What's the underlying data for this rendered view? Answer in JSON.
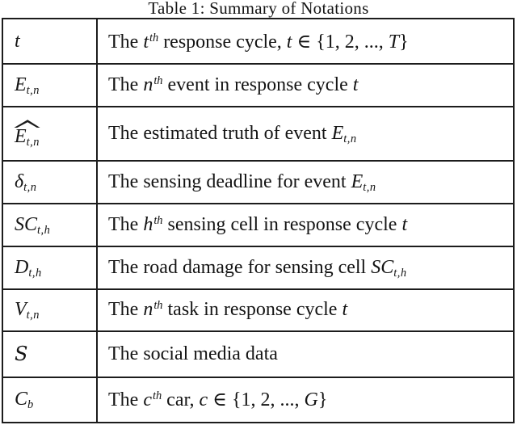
{
  "title": "Table 1: Summary of Notations",
  "colors": {
    "background": "#ffffff",
    "text": "#141414",
    "border": "#1c1c1c"
  },
  "table": {
    "columns": [
      "symbol",
      "description"
    ],
    "rows": [
      {
        "symbol": [
          {
            "k": "var",
            "v": "t"
          }
        ],
        "description": [
          {
            "k": "text",
            "v": "The "
          },
          {
            "k": "var",
            "v": "t"
          },
          {
            "k": "sup",
            "v": "th"
          },
          {
            "k": "text",
            "v": " response cycle, "
          },
          {
            "k": "var",
            "v": "t"
          },
          {
            "k": "text",
            "v": " ∈ {1, 2, ..., "
          },
          {
            "k": "var",
            "v": "T"
          },
          {
            "k": "text",
            "v": "}"
          }
        ]
      },
      {
        "symbol": [
          {
            "k": "var",
            "v": "E"
          },
          {
            "k": "sub",
            "v": "t,n"
          }
        ],
        "description": [
          {
            "k": "text",
            "v": "The "
          },
          {
            "k": "var",
            "v": "n"
          },
          {
            "k": "sup",
            "v": "th"
          },
          {
            "k": "text",
            "v": " event in response cycle "
          },
          {
            "k": "var",
            "v": "t"
          }
        ]
      },
      {
        "symbol": [
          {
            "k": "hat",
            "c": [
              {
                "k": "var",
                "v": "E"
              },
              {
                "k": "sub",
                "v": "t,n"
              }
            ]
          }
        ],
        "description": [
          {
            "k": "text",
            "v": "The estimated truth of event "
          },
          {
            "k": "var",
            "v": "E"
          },
          {
            "k": "sub",
            "v": "t,n"
          }
        ]
      },
      {
        "symbol": [
          {
            "k": "var",
            "v": "δ"
          },
          {
            "k": "sub",
            "v": "t,n"
          }
        ],
        "description": [
          {
            "k": "text",
            "v": "The sensing deadline for event "
          },
          {
            "k": "var",
            "v": "E"
          },
          {
            "k": "sub",
            "v": "t,n"
          }
        ]
      },
      {
        "symbol": [
          {
            "k": "var",
            "v": "SC"
          },
          {
            "k": "sub",
            "v": "t,h"
          }
        ],
        "description": [
          {
            "k": "text",
            "v": "The "
          },
          {
            "k": "var",
            "v": "h"
          },
          {
            "k": "sup",
            "v": "th"
          },
          {
            "k": "text",
            "v": " sensing cell in response cycle "
          },
          {
            "k": "var",
            "v": "t"
          }
        ]
      },
      {
        "symbol": [
          {
            "k": "var",
            "v": "D"
          },
          {
            "k": "sub",
            "v": "t,h"
          }
        ],
        "description": [
          {
            "k": "text",
            "v": "The road damage for sensing cell "
          },
          {
            "k": "var",
            "v": "SC"
          },
          {
            "k": "sub",
            "v": "t,h"
          }
        ]
      },
      {
        "symbol": [
          {
            "k": "var",
            "v": "V"
          },
          {
            "k": "sub",
            "v": "t,n"
          }
        ],
        "description": [
          {
            "k": "text",
            "v": "The "
          },
          {
            "k": "var",
            "v": "n"
          },
          {
            "k": "sup",
            "v": "th"
          },
          {
            "k": "text",
            "v": " task in response cycle "
          },
          {
            "k": "var",
            "v": "t"
          }
        ]
      },
      {
        "symbol": [
          {
            "k": "scr",
            "v": "S"
          }
        ],
        "description": [
          {
            "k": "text",
            "v": "The social media data"
          }
        ]
      },
      {
        "symbol": [
          {
            "k": "var",
            "v": "C"
          },
          {
            "k": "sub",
            "v": "b"
          }
        ],
        "description": [
          {
            "k": "text",
            "v": "The "
          },
          {
            "k": "var",
            "v": "c"
          },
          {
            "k": "sup",
            "v": "th"
          },
          {
            "k": "text",
            "v": " car, "
          },
          {
            "k": "var",
            "v": "c"
          },
          {
            "k": "text",
            "v": " ∈ {1, 2, ..., "
          },
          {
            "k": "var",
            "v": "G"
          },
          {
            "k": "text",
            "v": "}"
          }
        ]
      }
    ]
  }
}
